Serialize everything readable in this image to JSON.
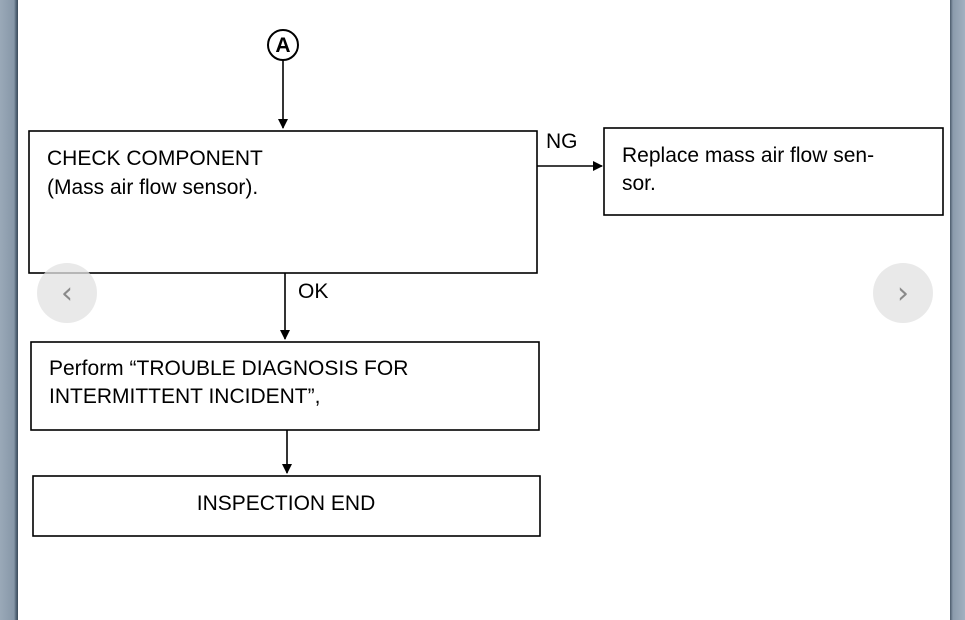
{
  "diagram": {
    "connector": "A",
    "check_box": {
      "line1": "CHECK COMPONENT",
      "line2": "(Mass air flow sensor)."
    },
    "ng_label": "NG",
    "replace_box": {
      "line1": "Replace mass air flow sen-",
      "line2": "sor."
    },
    "ok_label": "OK",
    "perform_box": {
      "line1": "Perform “TROUBLE DIAGNOSIS FOR",
      "line2": "INTERMITTENT INCIDENT”,"
    },
    "end_box": {
      "label": "INSPECTION END"
    }
  },
  "viewer": {
    "prev_icon": "chevron-left-icon",
    "next_icon": "chevron-right-icon",
    "prev_glyph": "‹",
    "next_glyph": "›"
  }
}
